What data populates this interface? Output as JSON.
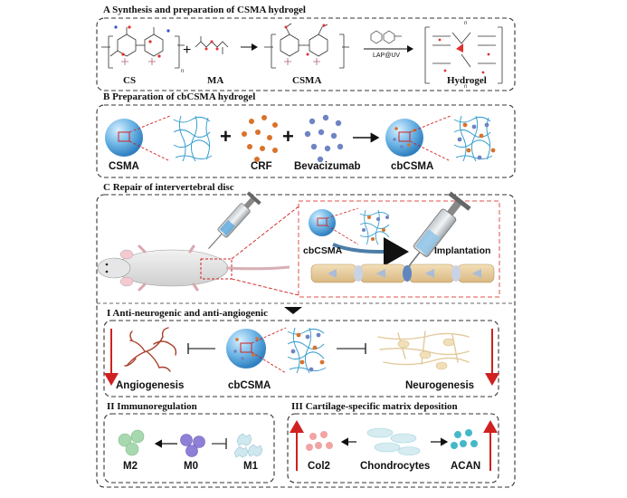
{
  "panel_a": {
    "title": "A  Synthesis and preparation  of CSMA hydrogel",
    "labels": {
      "cs": "CS",
      "ma": "MA",
      "csma": "CSMA",
      "hydrogel": "Hydrogel"
    },
    "reaction_label": "LAP@UV"
  },
  "panel_b": {
    "title": "B  Preparation of cbCSMA hydrogel",
    "labels": {
      "csma": "CSMA",
      "crf": "CRF",
      "bevacizumab": "Bevacizumab",
      "cbcsma": "cbCSMA"
    }
  },
  "panel_c": {
    "title": "C  Repair of intervertebral disc",
    "labels": {
      "cbcsma": "cbCSMA",
      "implantation": "Implantation"
    }
  },
  "section_1": {
    "title": "I  Anti-neurogenic and anti-angiogenic",
    "labels": {
      "angiogenesis": "Angiogenesis",
      "cbcsma": "cbCSMA",
      "neurogenesis": "Neurogenesis"
    }
  },
  "section_2": {
    "title": "II  Immunoregulation",
    "labels": {
      "m2": "M2",
      "m0": "M0",
      "m1": "M1"
    }
  },
  "section_3": {
    "title": "III  Cartilage-specific matrix deposition",
    "labels": {
      "col2": "Col2",
      "chondrocytes": "Chondrocytes",
      "acan": "ACAN"
    }
  },
  "colors": {
    "sphere": "#5aa9e0",
    "network": "#3a9fcf",
    "crf": "#d9722b",
    "bevacizumab": "#6f84c2",
    "vessel": "#a8402c",
    "neuron": "#e8d3a8",
    "red_arrow": "#d02020",
    "dashed_border": "#333333",
    "highlight_border": "#e0504a",
    "m2": "#a8d8b0",
    "m0": "#8f7fd6",
    "m1": "#b9dde8",
    "col2": "#f2a3a3",
    "chondrocyte": "#9fd4de",
    "acan": "#45b8c8"
  }
}
